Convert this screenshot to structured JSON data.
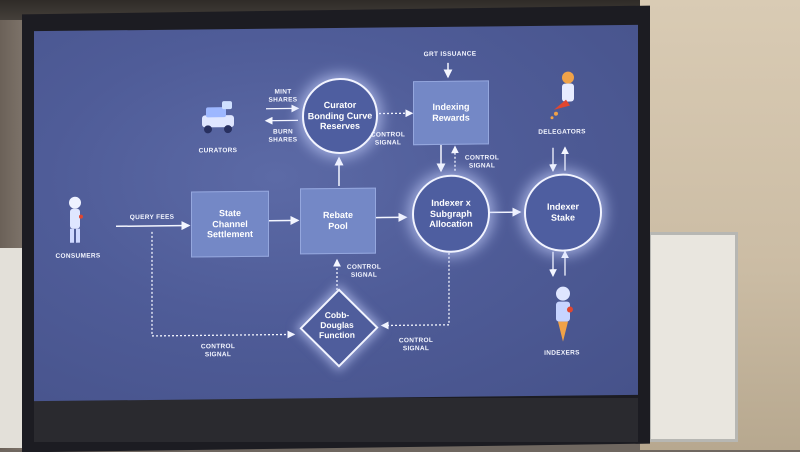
{
  "diagram": {
    "nodes": {
      "state_channel": "State\nChannel\nSettlement",
      "rebate_pool": "Rebate\nPool",
      "indexing_rewards": "Indexing\nRewards",
      "curator_bonding": "Curator\nBonding Curve\nReserves",
      "indexer_subgraph": "Indexer x\nSubgraph\nAllocation",
      "indexer_stake": "Indexer\nStake",
      "cobb_douglas": "Cobb-\nDouglas\nFunction"
    },
    "labels": {
      "grt_issuance": "GRT ISSUANCE",
      "mint_shares": "MINT\nSHARES",
      "burn_shares": "BURN\nSHARES",
      "control_signal": "CONTROL\nSIGNAL",
      "query_fees": "QUERY FEES",
      "curators": "CURATORS",
      "consumers": "CONSUMERS",
      "delegators": "DELEGATORS",
      "indexers": "INDEXERS"
    },
    "colors": {
      "screen": "#4f5c98",
      "box": "#7488c6",
      "glow": "#f2f4ff",
      "accent": "#e0462f"
    }
  }
}
